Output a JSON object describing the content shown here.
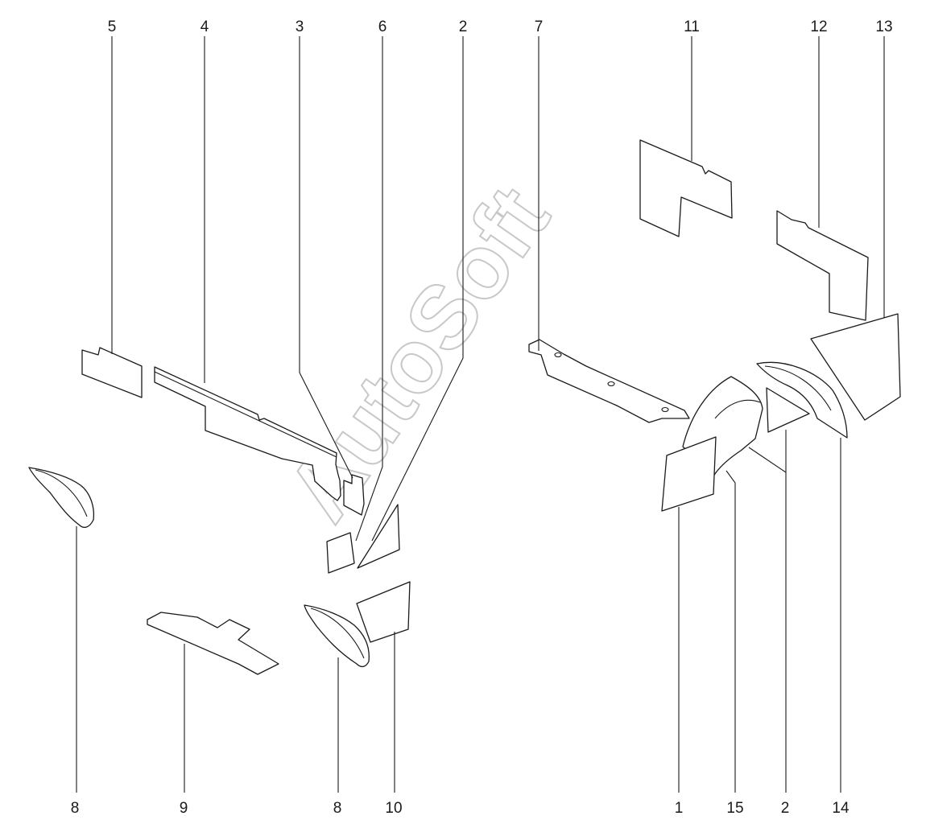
{
  "watermark": "AutoSoft",
  "callouts_top": [
    "5",
    "4",
    "3",
    "6",
    "2",
    "7",
    "11",
    "12",
    "13"
  ],
  "callouts_bottom": [
    "8",
    "9",
    "8",
    "10",
    "1",
    "15",
    "2",
    "14"
  ],
  "colors": {
    "line": "#1a1a1a",
    "watermark": "#c8c8c8",
    "background": "#ffffff"
  }
}
